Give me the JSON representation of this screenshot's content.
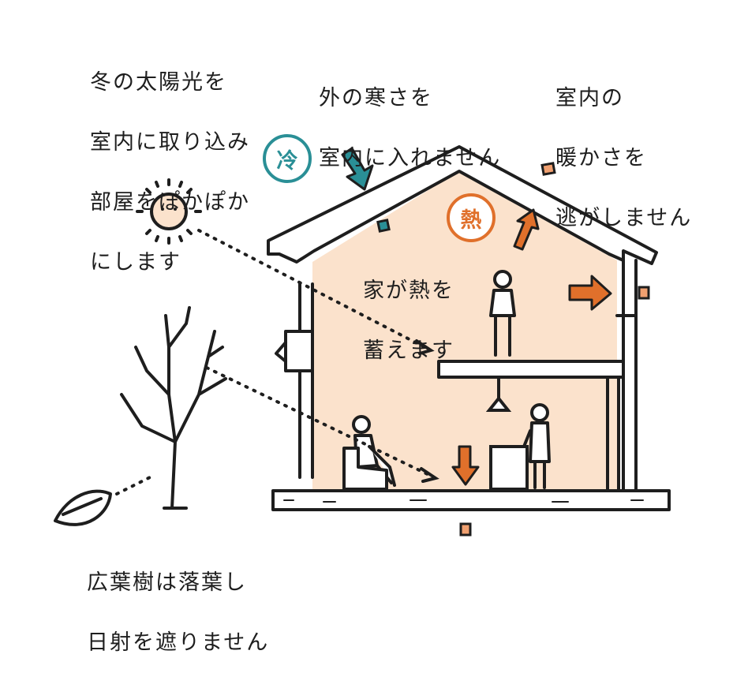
{
  "labels": {
    "sun": [
      "冬の太陽光を",
      "室内に取り込み",
      "部屋をぽかぽか",
      "にします"
    ],
    "cold": [
      "外の寒さを",
      "室内に入れません"
    ],
    "warm": [
      "室内の",
      "暖かさを",
      "逃がしません"
    ],
    "heat_store": [
      "家が熱を",
      "蓄えます"
    ],
    "tree": [
      "広葉樹は落葉し",
      "日射を遮りません"
    ]
  },
  "badges": {
    "cold": "冷",
    "heat": "熱"
  },
  "colors": {
    "interior": "#fbe2cc",
    "cold_accent": "#2a8f96",
    "heat_accent": "#e0702b",
    "line": "#1e1e1e"
  },
  "icons": [
    "sun-icon",
    "tree-icon",
    "leaf-icon",
    "house-icon",
    "person-icon",
    "chair-icon",
    "lamp-icon",
    "arrow-icon"
  ]
}
